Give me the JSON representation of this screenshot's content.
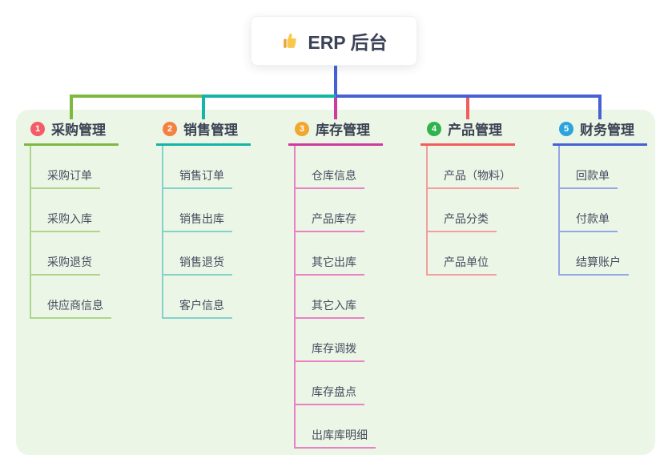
{
  "root": {
    "title": "ERP 后台",
    "icon": "thumbs-up"
  },
  "branches": [
    {
      "index": "1",
      "title": "采购管理",
      "badge_color": "#f25d68",
      "line_color": "#7db940",
      "child_line_color": "#afd58b",
      "children": [
        "采购订单",
        "采购入库",
        "采购退货",
        "供应商信息"
      ]
    },
    {
      "index": "2",
      "title": "销售管理",
      "badge_color": "#f58140",
      "line_color": "#14b4a7",
      "child_line_color": "#82d2ca",
      "children": [
        "销售订单",
        "销售出库",
        "销售退货",
        "客户信息"
      ]
    },
    {
      "index": "3",
      "title": "库存管理",
      "badge_color": "#f1a62f",
      "line_color": "#cf3a9e",
      "child_line_color": "#e981c5",
      "children": [
        "仓库信息",
        "产品库存",
        "其它出库",
        "其它入库",
        "库存调拨",
        "库存盘点",
        "出库库明细"
      ]
    },
    {
      "index": "4",
      "title": "产品管理",
      "badge_color": "#2fb44d",
      "line_color": "#f05d5d",
      "child_line_color": "#f49e9e",
      "children": [
        "产品（物料）",
        "产品分类",
        "产品单位"
      ]
    },
    {
      "index": "5",
      "title": "财务管理",
      "badge_color": "#2ba4dd",
      "line_color": "#4561d3",
      "child_line_color": "#93a7e6",
      "children": [
        "回款单",
        "付款单",
        "结算账户"
      ]
    }
  ],
  "colors": {
    "panel_background": "#ecf6e6",
    "root_stem": "#4561d3",
    "header_text": "#3a4254",
    "child_text": "#454d5f"
  }
}
